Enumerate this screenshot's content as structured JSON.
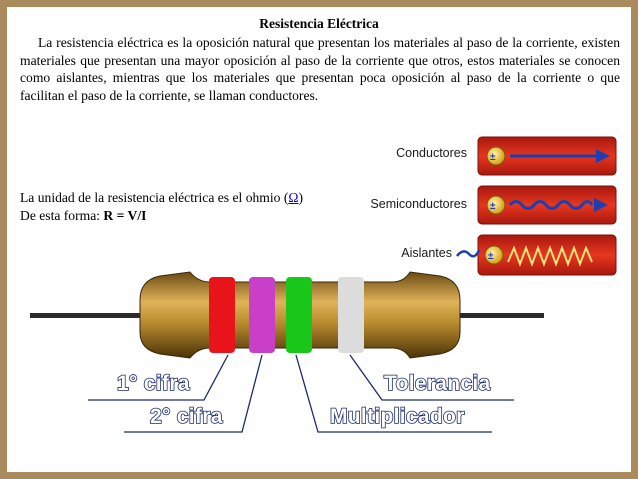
{
  "title": "Resistencia Eléctrica",
  "paragraph": "La resistencia eléctrica es la oposición natural que presentan los materiales al paso de la corriente, existen materiales que presentan una mayor oposición al paso de la corriente que otros, estos materiales se conocen como aislantes, mientras que los materiales que presentan poca oposición al paso de la corriente o que facilitan el paso de la corriente, se llaman conductores.",
  "unit": {
    "prefix": "La unidad de la resistencia eléctrica es el ohmio (",
    "symbol": "Ω",
    "suffix": ")"
  },
  "formula": {
    "prefix": "De esta forma: ",
    "expression": "R = V/I"
  },
  "materials": [
    {
      "label": "Conductores",
      "flow": "straight"
    },
    {
      "label": "Semiconductores",
      "flow": "wavy"
    },
    {
      "label": "Aislantes",
      "flow": "zigzag"
    }
  ],
  "resistor": {
    "bands": [
      {
        "color": "#e8141a"
      },
      {
        "color": "#c93fc8"
      },
      {
        "color": "#19c71b"
      },
      {
        "color": "#dcdcdc"
      }
    ],
    "labels": {
      "first_digit": "1° cifra",
      "second_digit": "2° cifra",
      "multiplier": "Multiplicador",
      "tolerance": "Tolerancia"
    }
  },
  "colors": {
    "frame": "#a98b5d",
    "strip_red": "#d7261a",
    "arrow_blue": "#1f3fb0",
    "label_line": "#1a2a6e"
  }
}
